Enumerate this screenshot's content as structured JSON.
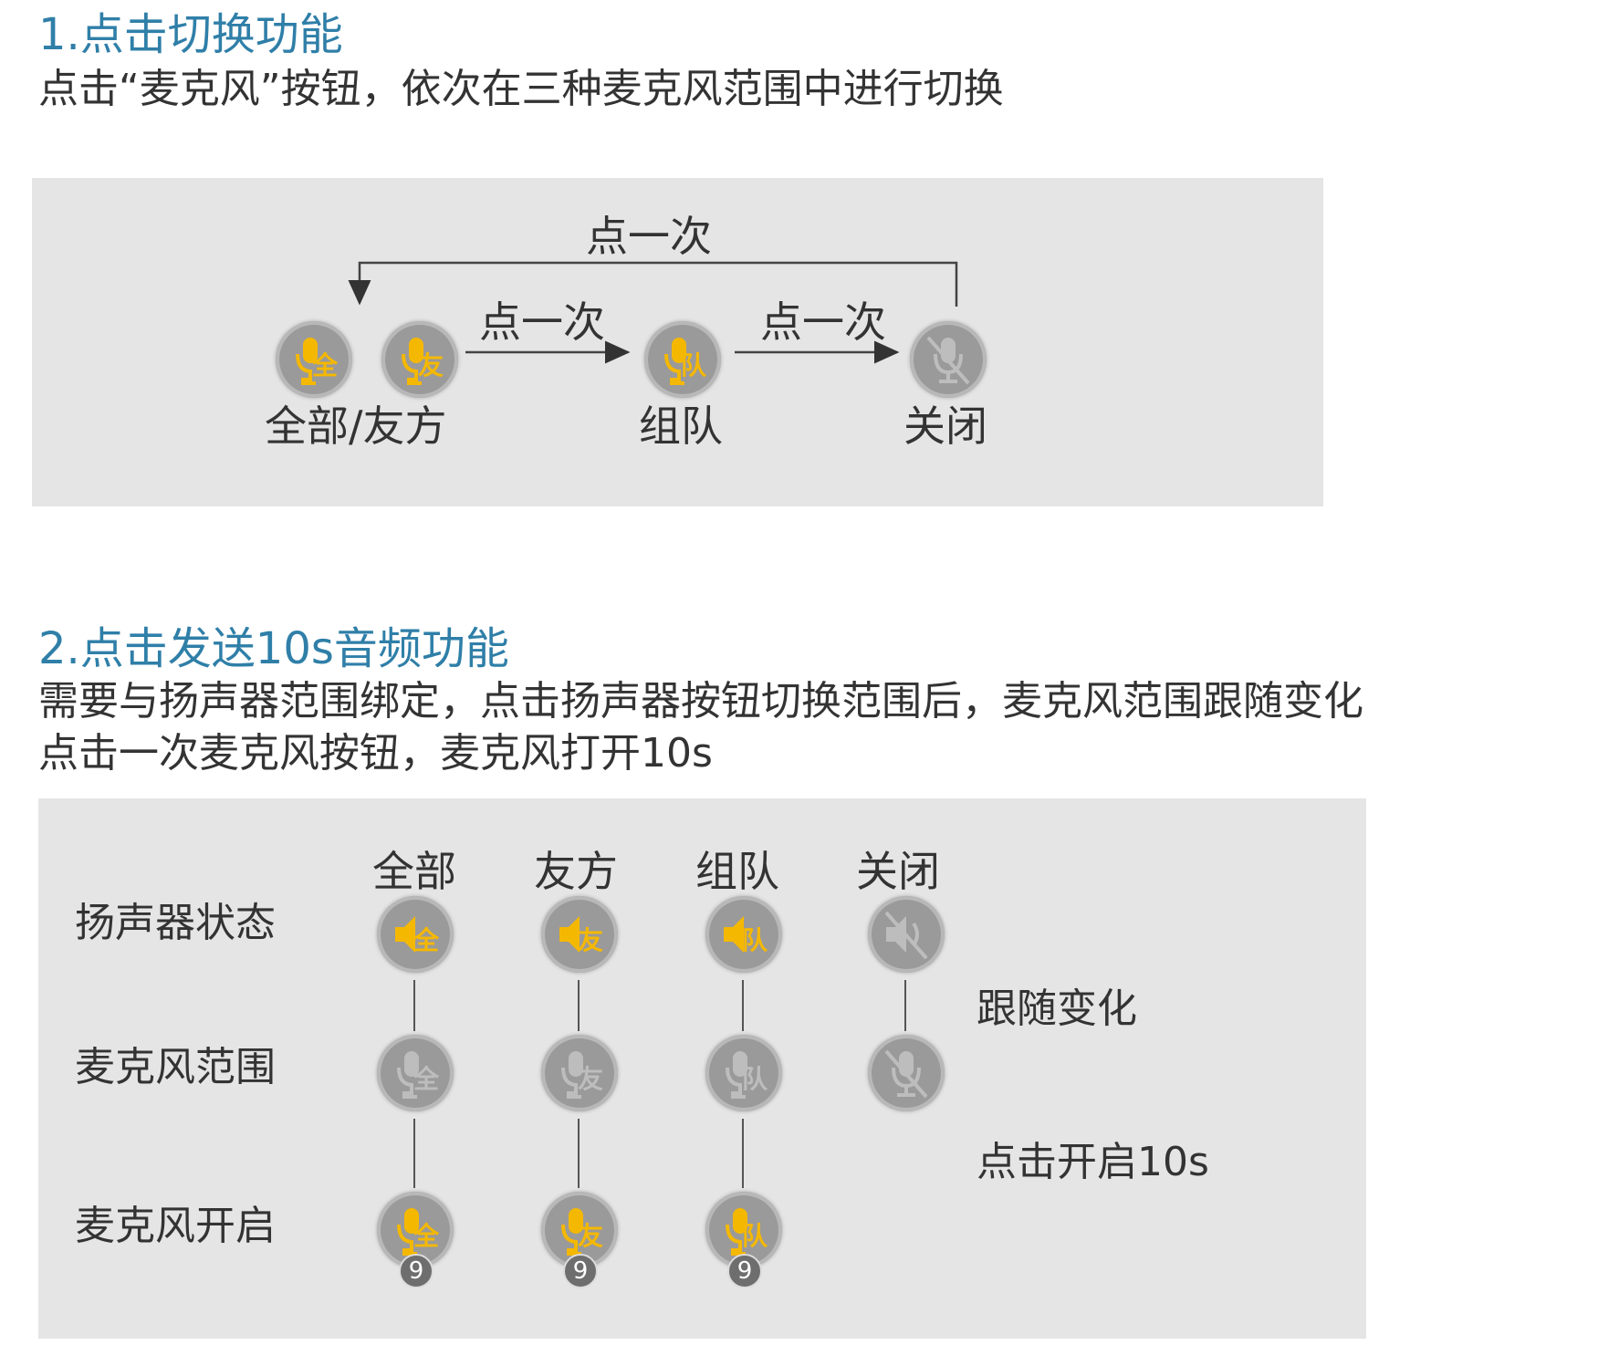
{
  "section1": {
    "title": "1.点击切换功能",
    "desc": "点击“麦克风”按钮，依次在三种麦克风范围中进行切换",
    "arrow_loop_label": "点一次",
    "arrow_1_label": "点一次",
    "arrow_2_label": "点一次",
    "states": [
      {
        "label": "全部/友方",
        "icons": [
          {
            "icon": "mic-icon",
            "badge": "全",
            "active": true
          },
          {
            "icon": "mic-icon",
            "badge": "友",
            "active": true
          }
        ]
      },
      {
        "label": "组队",
        "icons": [
          {
            "icon": "mic-icon",
            "badge": "队",
            "active": true
          }
        ]
      },
      {
        "label": "关闭",
        "icons": [
          {
            "icon": "mic-off-icon",
            "badge": "",
            "active": false
          }
        ]
      }
    ]
  },
  "section2": {
    "title": "2.点击发送10s音频功能",
    "desc_line1": "需要与扬声器范围绑定，点击扬声器按钮切换范围后，麦克风范围跟随变化",
    "desc_line2": "点击一次麦克风按钮，麦克风打开10s",
    "columns": [
      "全部",
      "友方",
      "组队",
      "关闭"
    ],
    "rows": [
      "扬声器状态",
      "麦克风范围",
      "麦克风开启"
    ],
    "speaker_badges": [
      "全",
      "友",
      "队",
      ""
    ],
    "mic_badges": [
      "全",
      "友",
      "队",
      ""
    ],
    "open_badges": [
      "全",
      "友",
      "队"
    ],
    "timer_value": "9",
    "note_follow": "跟随变化",
    "note_open": "点击开启10s"
  },
  "colors": {
    "title": "#2f7fa8",
    "active": "#f5b800",
    "inactive": "#bdbdbd",
    "icon_bg": "#9a9a9a",
    "panel": "#e5e5e5"
  }
}
